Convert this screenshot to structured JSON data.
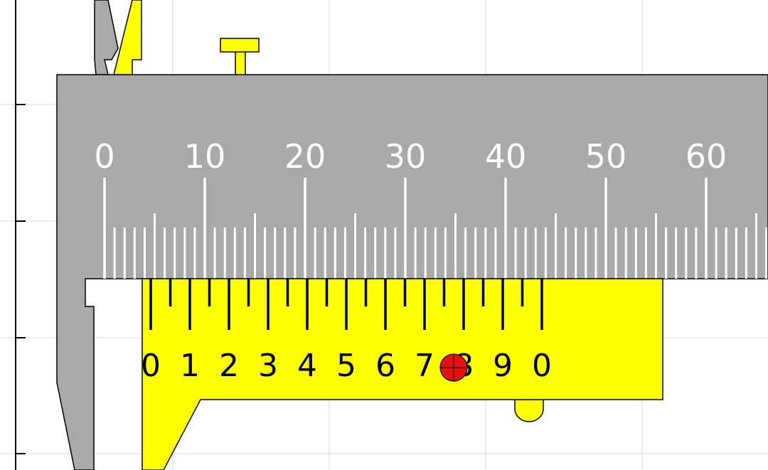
{
  "main_scale": {
    "unit": "mm",
    "labels": [
      "0",
      "10",
      "20",
      "30",
      "40",
      "50",
      "60"
    ],
    "minor_step_mm": 1
  },
  "vernier_scale": {
    "labels": [
      "0",
      "1",
      "2",
      "3",
      "4",
      "5",
      "6",
      "7",
      "8",
      "9",
      "0"
    ],
    "divisions": 20,
    "zero_reading_mm": 4.6
  },
  "colors": {
    "main_beam": "#a9a9a9",
    "vernier": "#ffff00",
    "outline": "#000000",
    "main_ticks": "#ffffff",
    "vernier_ticks": "#000000",
    "marker": "#e61010",
    "grid": "#d9d9d9",
    "background": "#ffffff"
  },
  "marker": {
    "icon": "red-dot-marker-icon",
    "on_vernier_label": "8"
  }
}
